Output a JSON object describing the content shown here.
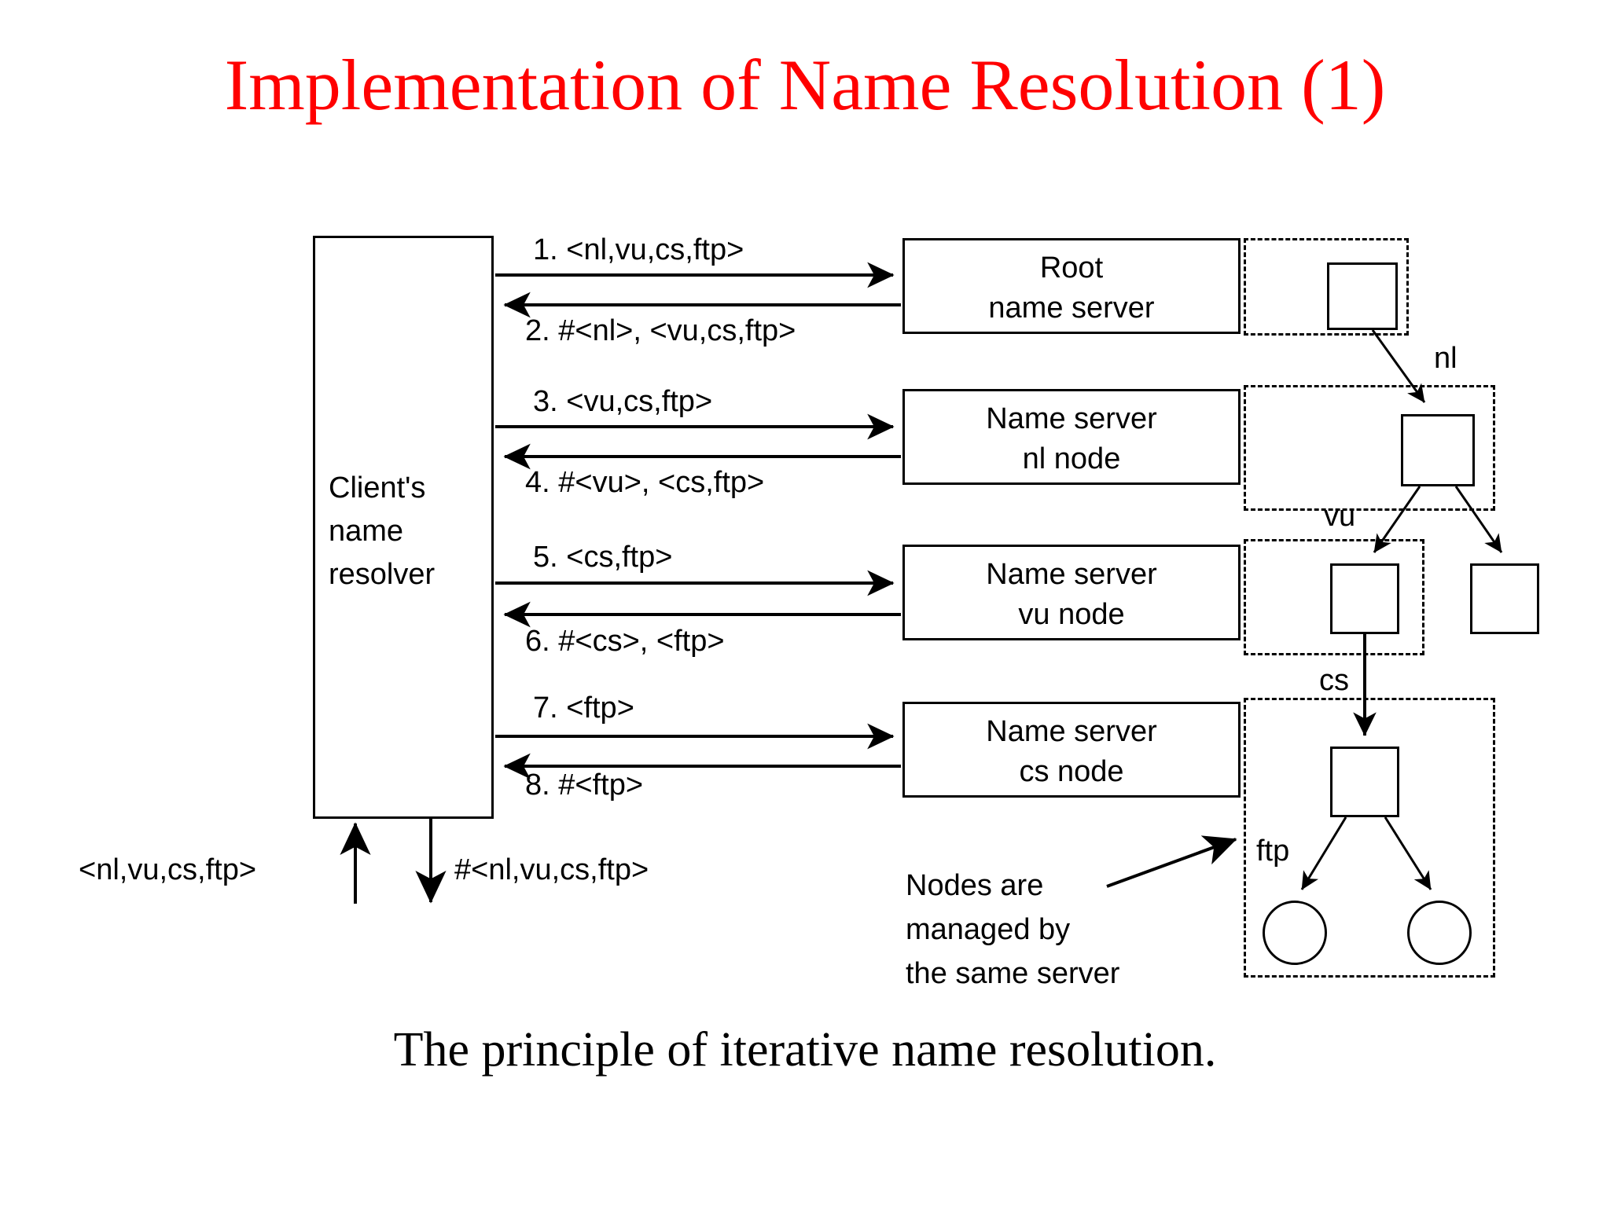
{
  "slide": {
    "title": "Implementation of Name Resolution (1)",
    "title_color": "#ff0000",
    "caption": "The principle of iterative name resolution.",
    "background_color": "#ffffff"
  },
  "client": {
    "label_line1": "Client's",
    "label_line2": "name",
    "label_line3": "resolver"
  },
  "servers": [
    {
      "line1": "Root",
      "line2": "name server"
    },
    {
      "line1": "Name server",
      "line2": "nl node"
    },
    {
      "line1": "Name server",
      "line2": "vu node"
    },
    {
      "line1": "Name server",
      "line2": "cs node"
    }
  ],
  "messages": [
    {
      "num": "1.",
      "text": "1.  <nl,vu,cs,ftp>",
      "direction": "right"
    },
    {
      "num": "2.",
      "text": "2. #<nl>, <vu,cs,ftp>",
      "direction": "left"
    },
    {
      "num": "3.",
      "text": "3.  <vu,cs,ftp>",
      "direction": "right"
    },
    {
      "num": "4.",
      "text": "4. #<vu>, <cs,ftp>",
      "direction": "left"
    },
    {
      "num": "5.",
      "text": "5.  <cs,ftp>",
      "direction": "right"
    },
    {
      "num": "6.",
      "text": "6. #<cs>, <ftp>",
      "direction": "left"
    },
    {
      "num": "7.",
      "text": "7.  <ftp>",
      "direction": "right"
    },
    {
      "num": "8.",
      "text": "8. #<ftp>",
      "direction": "left"
    }
  ],
  "client_io": {
    "request": "<nl,vu,cs,ftp>",
    "response": "#<nl,vu,cs,ftp>"
  },
  "tree_edge_labels": {
    "nl": "nl",
    "vu": "vu",
    "cs": "cs",
    "ftp": "ftp"
  },
  "annotation": {
    "line1": "Nodes are",
    "line2": "managed by",
    "line3": "the same server"
  }
}
